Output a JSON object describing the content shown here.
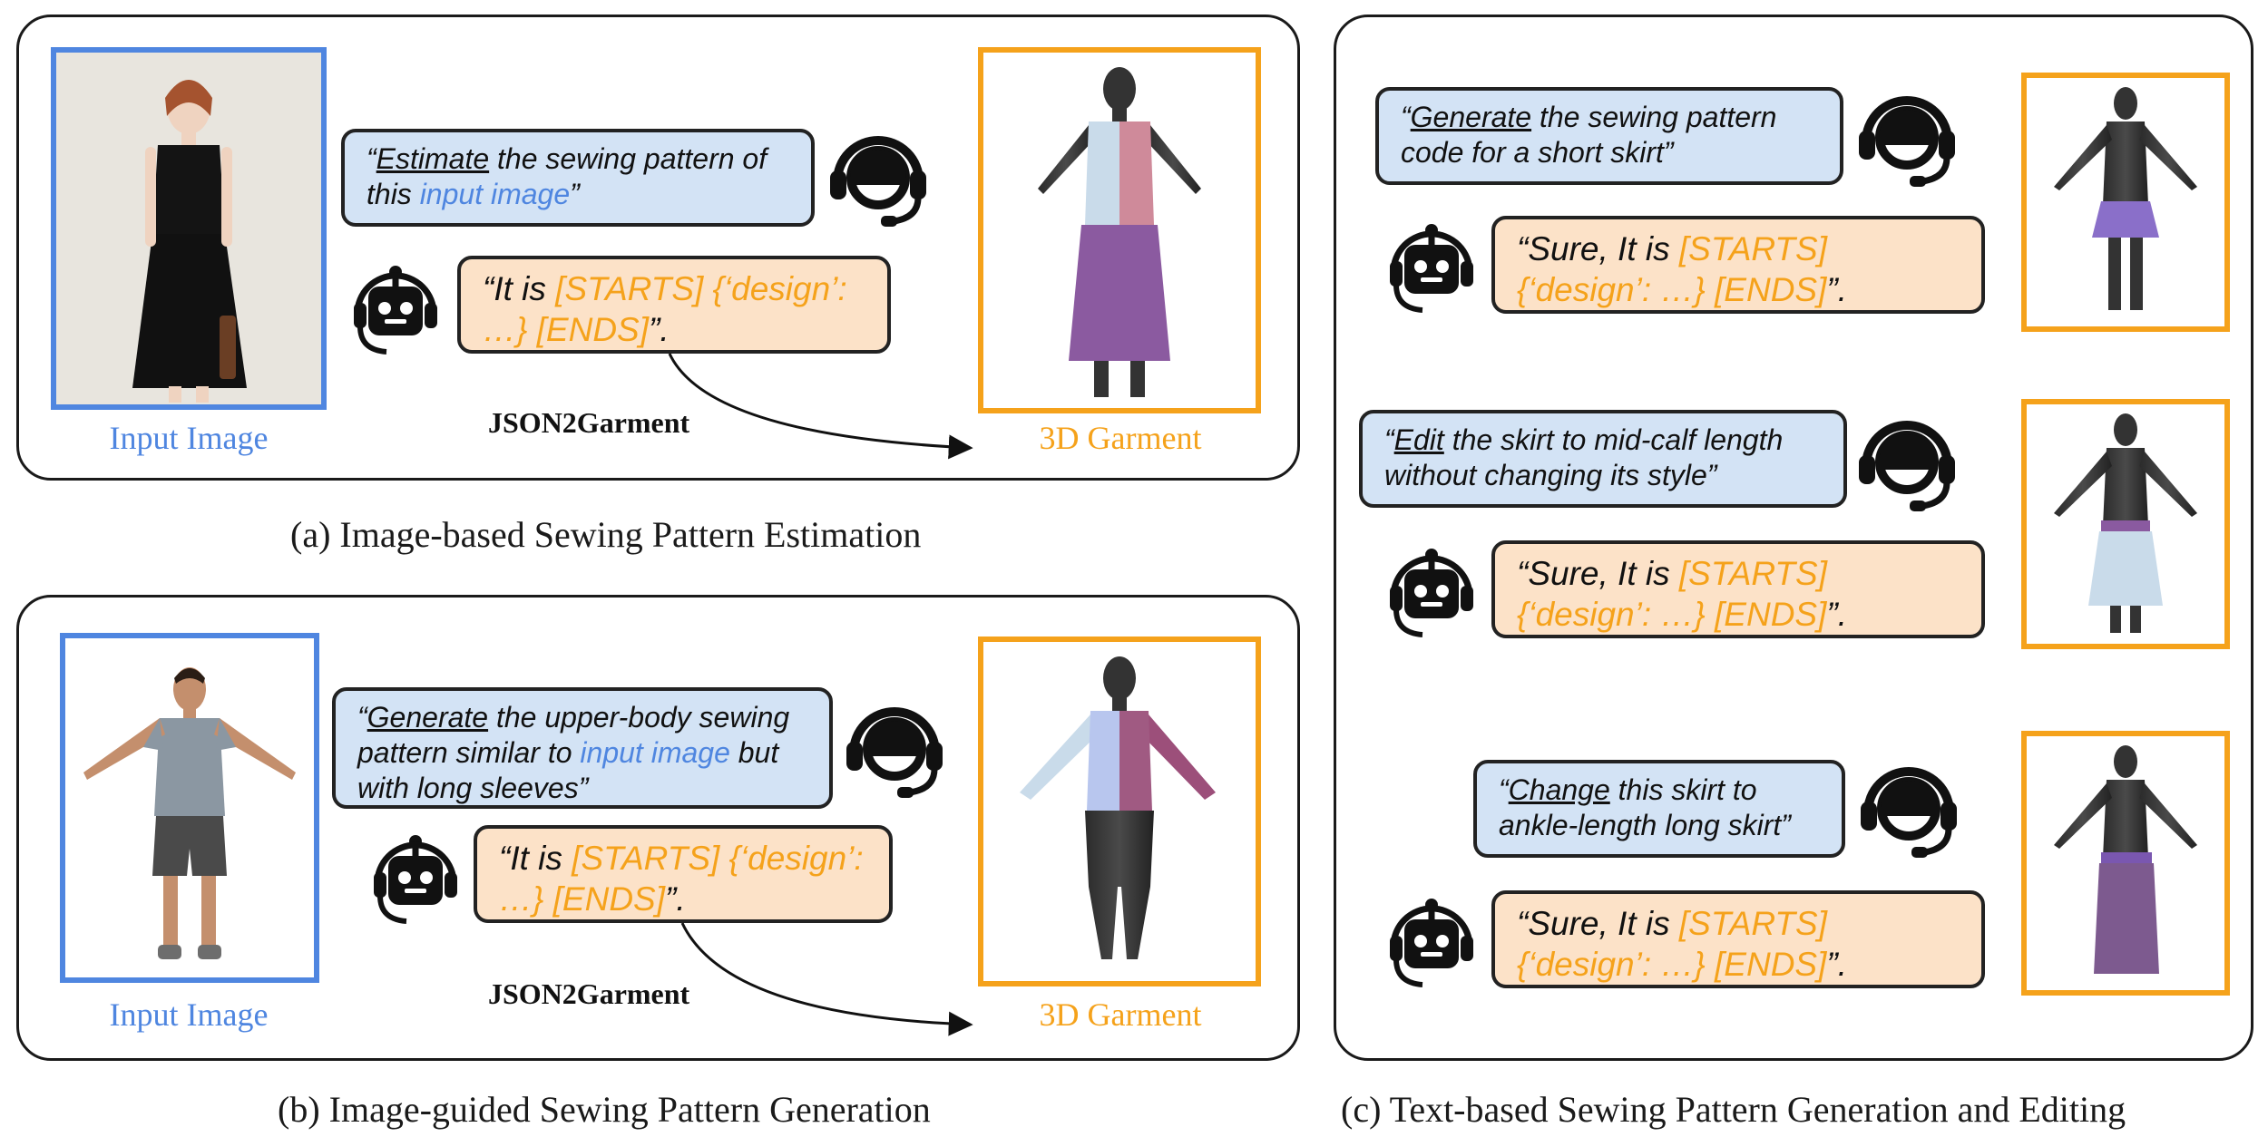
{
  "panel_a": {
    "caption": "(a) Image-based Sewing Pattern Estimation",
    "input_label": "Input Image",
    "output_label": "3D Garment",
    "user_prefix": "“",
    "user_verb": "Estimate",
    "user_mid": " the sewing pattern of this ",
    "user_highlight": "input image",
    "user_end": "”",
    "bot_prefix": "“It is ",
    "bot_code": "[STARTS] {‘design’: …} [ENDS]",
    "bot_end": "”.",
    "arrow_label": "JSON2Garment"
  },
  "panel_b": {
    "caption": "(b) Image-guided Sewing Pattern Generation",
    "input_label": "Input Image",
    "output_label": "3D Garment",
    "user_prefix": "“",
    "user_verb": "Generate",
    "user_mid": " the upper-body sewing pattern similar to ",
    "user_highlight": "input image",
    "user_end": " but with long sleeves”",
    "bot_prefix": "“It is ",
    "bot_code": "[STARTS] {‘design’: …} [ENDS]",
    "bot_end": "”.",
    "arrow_label": "JSON2Garment"
  },
  "panel_c": {
    "caption": "(c) Text-based Sewing Pattern Generation and Editing",
    "turns": [
      {
        "user_prefix": "“",
        "user_verb": "Generate",
        "user_rest": " the sewing pattern code for a short skirt”",
        "bot_prefix": "“Sure, It is ",
        "bot_code": "[STARTS] {‘design’: …} [ENDS]",
        "bot_end": "”."
      },
      {
        "user_prefix": "“",
        "user_verb": "Edit",
        "user_rest": " the skirt to mid-calf length without changing its style”",
        "bot_prefix": "“Sure, It is ",
        "bot_code": "[STARTS] {‘design’: …} [ENDS]",
        "bot_end": "”."
      },
      {
        "user_prefix": "“",
        "user_verb": "Change",
        "user_rest": " this skirt to ankle-length long skirt”",
        "bot_prefix": "“Sure, It is ",
        "bot_code": "[STARTS] {‘design’: …} [ENDS]",
        "bot_end": "”."
      }
    ]
  },
  "icons": {
    "user": "headset-user-icon",
    "bot": "robot-headset-icon"
  },
  "colors": {
    "accent_blue": "#4f86e0",
    "accent_orange": "#f5a21b",
    "user_bubble": "#d3e3f5",
    "bot_bubble": "#fce2c8"
  }
}
